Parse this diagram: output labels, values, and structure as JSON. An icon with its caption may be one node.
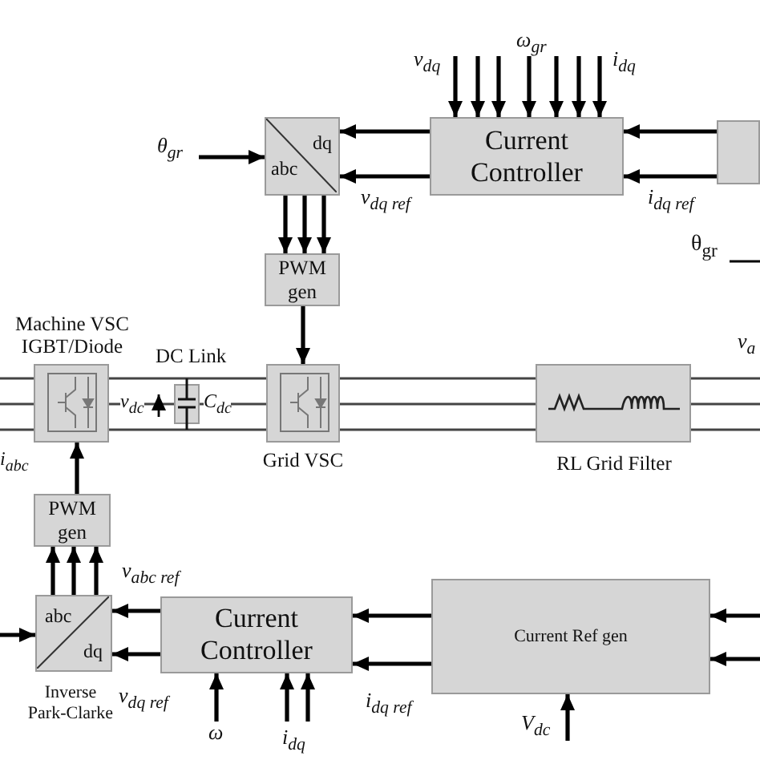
{
  "diagram": {
    "nodes": [
      {
        "text": [
          "dq",
          "abc"
        ]
      },
      {
        "text": [
          "Current Controller"
        ]
      },
      {
        "text": [],
        "shape": "box"
      },
      {
        "text": [
          "PWM gen"
        ]
      },
      {
        "text": [
          "Machine VSC IGBT/Diode"
        ]
      },
      {
        "text": [
          "Grid VSC"
        ]
      },
      {
        "text": [
          "RL Grid Filter"
        ]
      },
      {
        "text": [
          "PWM gen"
        ]
      },
      {
        "text": [
          "abc",
          "dq",
          "Inverse Park-Clarke"
        ]
      },
      {
        "text": [
          "Current Controller"
        ]
      },
      {
        "text": [
          "Current Ref gen"
        ]
      }
    ],
    "edges": [
      {
        "from": 1,
        "to": 0,
        "arrow": "to"
      },
      {
        "from": 1,
        "to": 0,
        "arrow": "to",
        "label": "v$_{dq ref}$"
      },
      {
        "from": 2,
        "to": 1,
        "arrow": "to"
      },
      {
        "from": 2,
        "to": 1,
        "arrow": "to",
        "label": "i$_{dq ref}$"
      },
      {
        "from": null,
        "to": 0,
        "arrow": "to",
        "label": "θ$_{gr}$"
      },
      {
        "from": null,
        "to": 1,
        "arrow": "to",
        "label": "v$_{dq}$"
      },
      {
        "from": null,
        "to": 1,
        "arrow": "to"
      },
      {
        "from": null,
        "to": 1,
        "arrow": "to"
      },
      {
        "from": null,
        "to": 1,
        "arrow": "to",
        "label": "ω$_{gr}$"
      },
      {
        "from": null,
        "to": 1,
        "arrow": "to"
      },
      {
        "from": null,
        "to": 1,
        "arrow": "to"
      },
      {
        "from": null,
        "to": 1,
        "arrow": "to",
        "label": "i$_{dq}$"
      },
      {
        "from": 0,
        "to": 3,
        "arrow": "to"
      },
      {
        "from": 0,
        "to": 3,
        "arrow": "to"
      },
      {
        "from": 0,
        "to": 3,
        "arrow": "to"
      },
      {
        "from": 3,
        "to": 5,
        "arrow": "to"
      },
      {
        "from": null,
        "to": 4,
        "arrow": "none"
      },
      {
        "from": null,
        "to": 4,
        "arrow": "none"
      },
      {
        "from": null,
        "to": 4,
        "arrow": "none"
      },
      {
        "from": 4,
        "to": 5,
        "arrow": "none"
      },
      {
        "from": 4,
        "to": 5,
        "arrow": "none"
      },
      {
        "from": 4,
        "to": 5,
        "arrow": "none"
      },
      {
        "from": 5,
        "to": 6,
        "arrow": "none"
      },
      {
        "from": 5,
        "to": 6,
        "arrow": "none"
      },
      {
        "from": 5,
        "to": 6,
        "arrow": "none"
      },
      {
        "from": 6,
        "to": null,
        "arrow": "none"
      },
      {
        "from": 6,
        "to": null,
        "arrow": "none"
      },
      {
        "from": 6,
        "to": null,
        "arrow": "none"
      },
      {
        "from": 7,
        "to": 4,
        "arrow": "to"
      },
      {
        "from": 8,
        "to": 7,
        "arrow": "to"
      },
      {
        "from": 8,
        "to": 7,
        "arrow": "to"
      },
      {
        "from": 8,
        "to": 7,
        "arrow": "to",
        "label": "v$_{abc ref}$"
      },
      {
        "from": 9,
        "to": 8,
        "arrow": "to"
      },
      {
        "from": 9,
        "to": 8,
        "arrow": "to",
        "label": "v$_{dq ref}$"
      },
      {
        "from": null,
        "to": 8,
        "arrow": "to"
      },
      {
        "from": 10,
        "to": 9,
        "arrow": "to"
      },
      {
        "from": 10,
        "to": 9,
        "arrow": "to",
        "label": "i$_{dq ref}$"
      },
      {
        "from": null,
        "to": 9,
        "arrow": "to",
        "label": "ω"
      },
      {
        "from": null,
        "to": 9,
        "arrow": "to",
        "label": "i$_{dq}$"
      },
      {
        "from": null,
        "to": 9,
        "arrow": "to"
      },
      {
        "from": null,
        "to": 10,
        "arrow": "to",
        "label": "V$_{dc}$"
      },
      {
        "from": null,
        "to": 10,
        "arrow": "to"
      },
      {
        "from": null,
        "to": 10,
        "arrow": "to"
      }
    ],
    "labels": [
      "DC Link",
      "v$_{dc}$",
      "C$_{dc}$",
      "i$_{abc}$",
      "v$_{a}$",
      "θ$_{gr}$"
    ]
  }
}
